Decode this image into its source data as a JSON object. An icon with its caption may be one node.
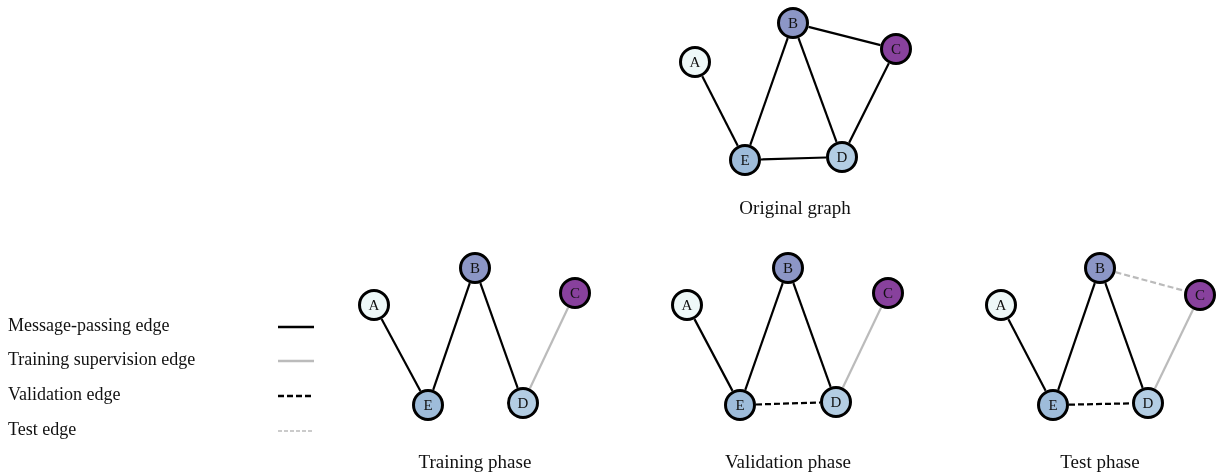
{
  "diagram": {
    "nodes": [
      {
        "text": [
          "A"
        ]
      },
      {
        "text": [
          "B"
        ]
      },
      {
        "text": [
          "C"
        ]
      },
      {
        "text": [
          "D"
        ]
      },
      {
        "text": [
          "E"
        ]
      },
      {
        "text": [
          "A"
        ]
      },
      {
        "text": [
          "B"
        ]
      },
      {
        "text": [
          "C"
        ]
      },
      {
        "text": [
          "D"
        ]
      },
      {
        "text": [
          "E"
        ]
      },
      {
        "text": [
          "A"
        ]
      },
      {
        "text": [
          "B"
        ]
      },
      {
        "text": [
          "C"
        ]
      },
      {
        "text": [
          "D"
        ]
      },
      {
        "text": [
          "E"
        ]
      },
      {
        "text": [
          "A"
        ]
      },
      {
        "text": [
          "B"
        ]
      },
      {
        "text": [
          "C"
        ]
      },
      {
        "text": [
          "D"
        ]
      },
      {
        "text": [
          "E"
        ]
      }
    ],
    "edges": [
      {
        "from": 0,
        "to": 4,
        "arrow": "none"
      },
      {
        "from": 4,
        "to": 1,
        "arrow": "none"
      },
      {
        "from": 1,
        "to": 3,
        "arrow": "none"
      },
      {
        "from": 1,
        "to": 2,
        "arrow": "none"
      },
      {
        "from": 2,
        "to": 3,
        "arrow": "none"
      },
      {
        "from": 4,
        "to": 3,
        "arrow": "none"
      },
      {
        "from": 5,
        "to": 9,
        "arrow": "none"
      },
      {
        "from": 9,
        "to": 6,
        "arrow": "none"
      },
      {
        "from": 6,
        "to": 8,
        "arrow": "none"
      },
      {
        "from": 7,
        "to": 8,
        "arrow": "none",
        "color": "#bbbbbb"
      },
      {
        "from": 10,
        "to": 14,
        "arrow": "none"
      },
      {
        "from": 14,
        "to": 11,
        "arrow": "none"
      },
      {
        "from": 11,
        "to": 13,
        "arrow": "none"
      },
      {
        "from": 12,
        "to": 13,
        "arrow": "none",
        "color": "#bbbbbb"
      },
      {
        "from": 14,
        "to": 13,
        "arrow": "none",
        "style": "dashed"
      },
      {
        "from": 15,
        "to": 19,
        "arrow": "none"
      },
      {
        "from": 19,
        "to": 16,
        "arrow": "none"
      },
      {
        "from": 16,
        "to": 18,
        "arrow": "none"
      },
      {
        "from": 17,
        "to": 18,
        "arrow": "none",
        "color": "#bbbbbb"
      },
      {
        "from": 19,
        "to": 18,
        "arrow": "none",
        "style": "dashed"
      },
      {
        "from": 16,
        "to": 17,
        "arrow": "none",
        "style": "dashed",
        "color": "#bbbbbb"
      }
    ],
    "labels": [
      "Original graph",
      "Training phase",
      "Validation phase",
      "Test phase"
    ],
    "legend": [
      {
        "text": "Message-passing edge"
      },
      {
        "text": "Training supervision edge"
      },
      {
        "text": "Validation edge"
      },
      {
        "text": "Test edge"
      }
    ]
  }
}
